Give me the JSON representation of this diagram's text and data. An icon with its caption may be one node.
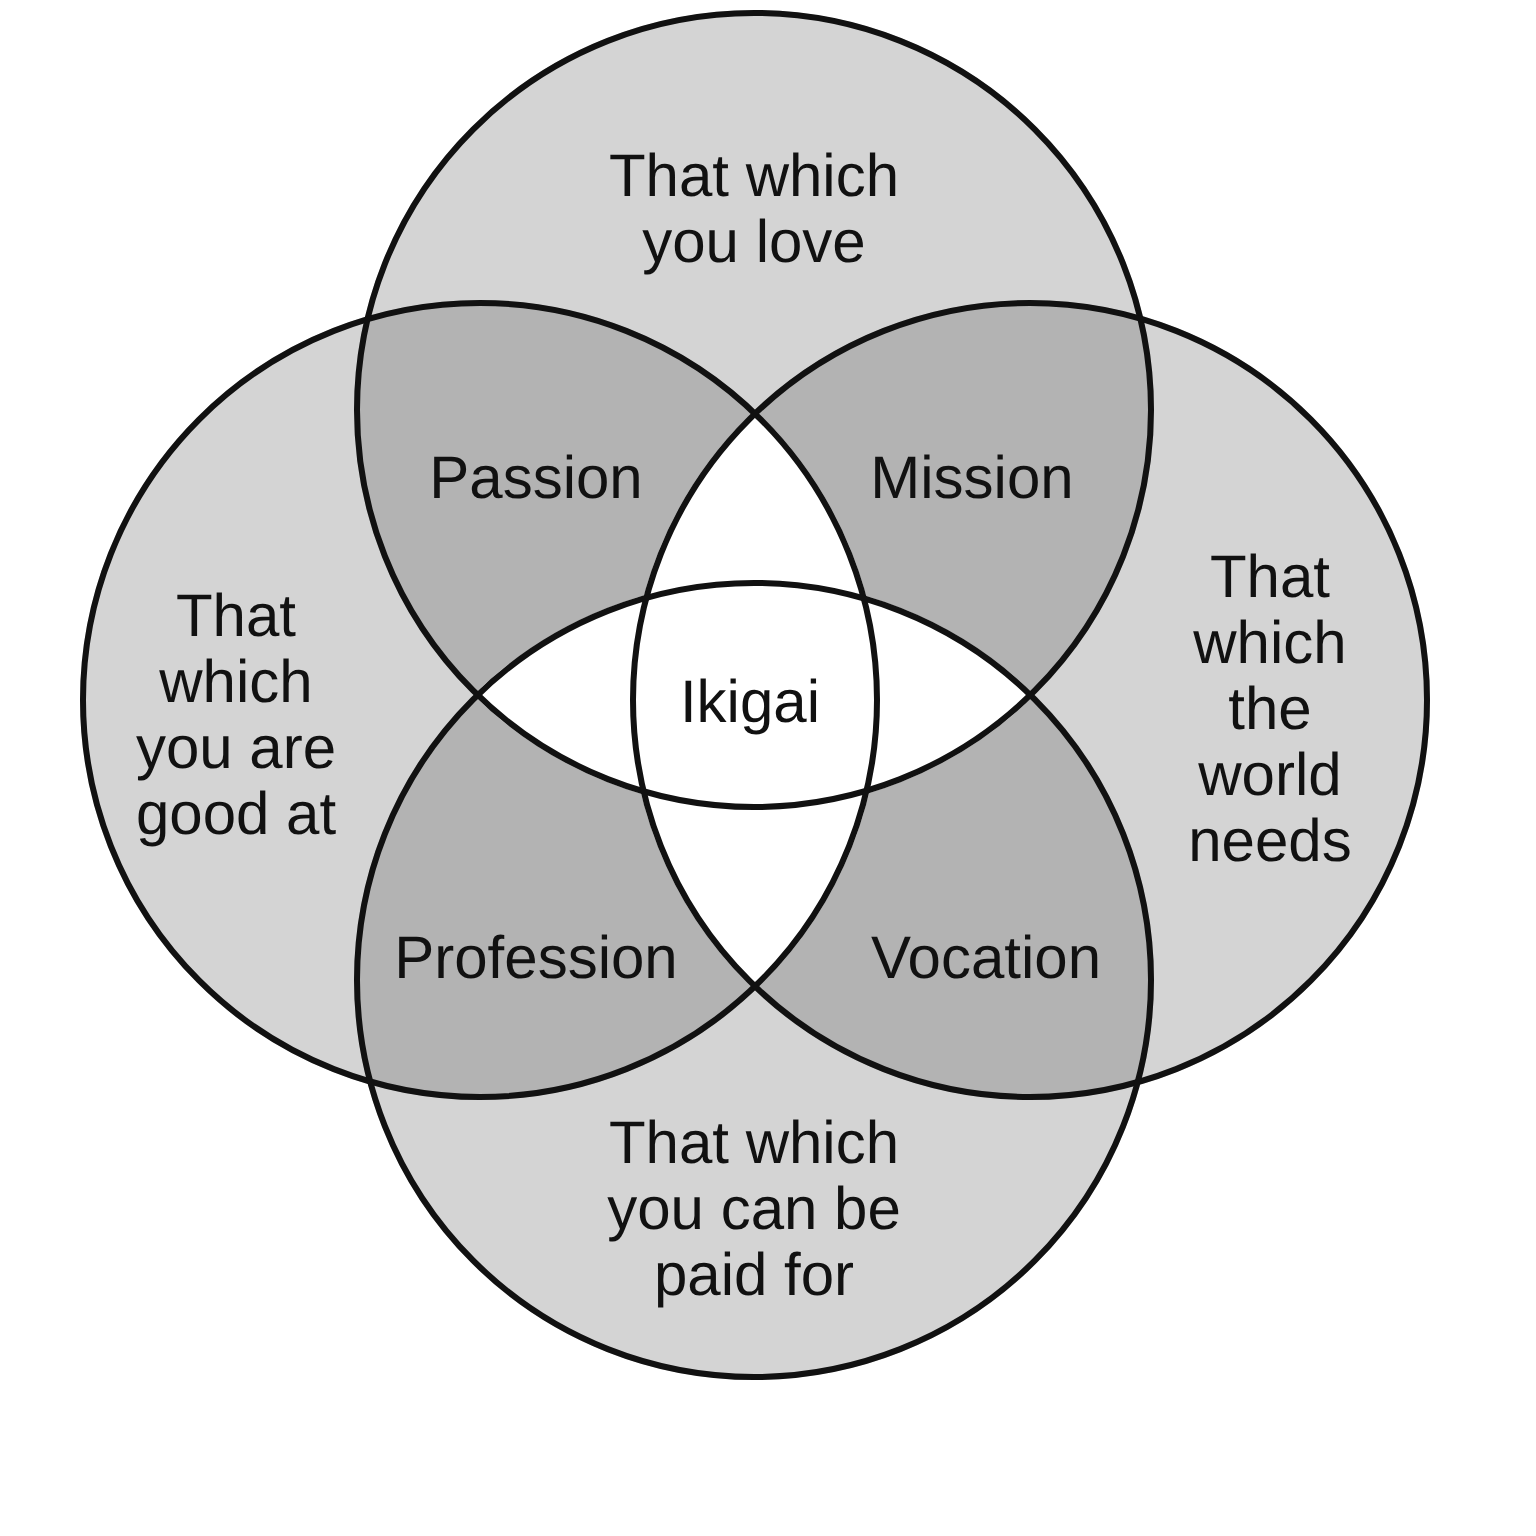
{
  "diagram": {
    "nodes": [
      {
        "text": [
          "That which you love"
        ]
      },
      {
        "text": [
          "That which you are good at"
        ]
      },
      {
        "text": [
          "That which the world needs"
        ]
      },
      {
        "text": [
          "That which you can be paid for"
        ]
      }
    ],
    "labels": [
      "Passion",
      "Mission",
      "Ikigai",
      "Profession",
      "Vocation"
    ]
  }
}
